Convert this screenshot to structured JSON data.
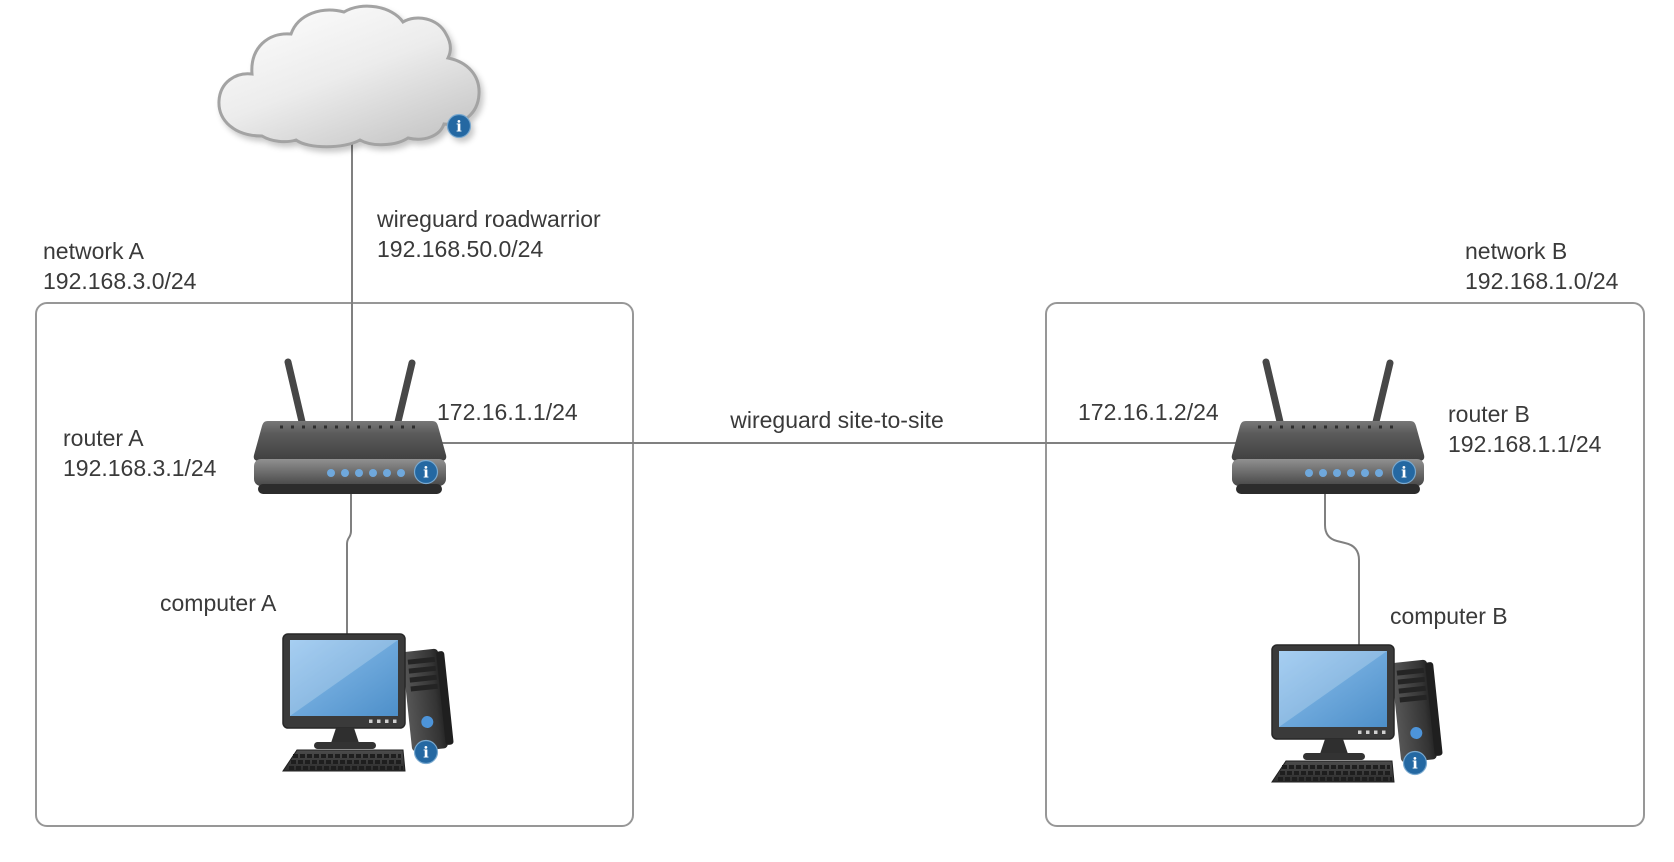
{
  "colors": {
    "accent_blue": "#2468a2",
    "led_blue": "#6fa8dc",
    "screen_blue": "#5b9bd5",
    "line_gray": "#808080",
    "box_border_gray": "#979797",
    "text_gray": "#3a3a3a"
  },
  "icons": {
    "info": "info-icon",
    "info_glyph": "i"
  },
  "cloud": {
    "connection": {
      "title": "wireguard roadwarrior",
      "subnet": "192.168.50.0/24"
    }
  },
  "site_to_site": {
    "label": "wireguard site-to-site"
  },
  "network_a": {
    "name": "network A",
    "subnet": "192.168.3.0/24",
    "router": {
      "name": "router A",
      "lan_ip": "192.168.3.1/24",
      "tunnel_ip": "172.16.1.1/24"
    },
    "computer": {
      "name": "computer A"
    }
  },
  "network_b": {
    "name": "network B",
    "subnet": "192.168.1.0/24",
    "router": {
      "name": "router B",
      "lan_ip": "192.168.1.1/24",
      "tunnel_ip": "172.16.1.2/24"
    },
    "computer": {
      "name": "computer B"
    }
  }
}
